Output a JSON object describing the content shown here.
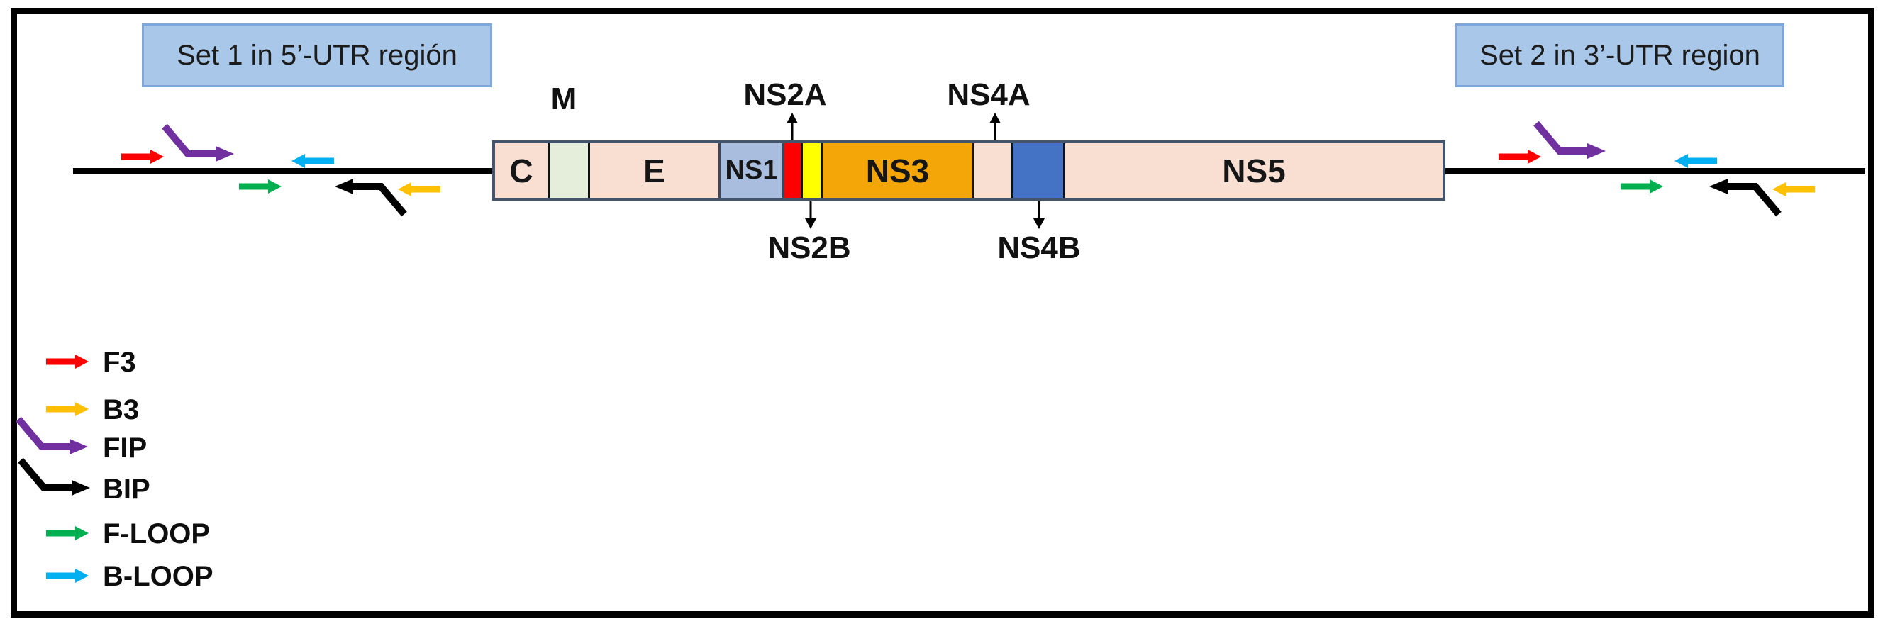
{
  "regions": {
    "set1": "Set 1 in 5’-UTR región",
    "set2": "Set 2 in 3’-UTR region"
  },
  "genome": {
    "c": "C",
    "m": "M",
    "e": "E",
    "ns1": "NS1",
    "ns2a": "NS2A",
    "ns2b": "NS2B",
    "ns3": "NS3",
    "ns4a": "NS4A",
    "ns4b": "NS4B",
    "ns5": "NS5"
  },
  "legend": {
    "f3": "F3",
    "b3": "B3",
    "fip": "FIP",
    "bip": "BIP",
    "f_loop": "F-LOOP",
    "b_loop": "B-LOOP"
  },
  "colors": {
    "f3_red": "#FF0000",
    "b3_orange": "#FFC000",
    "fip_purple": "#7030A0",
    "bip_black": "#000000",
    "f_loop_green": "#00B050",
    "b_loop_blue": "#00B0F0",
    "region_label_fill": "#A9C7E8",
    "region_label_border": "#7FA7D9",
    "segment_peach": "#F8DFD2",
    "segment_m_green": "#E4EEDB",
    "segment_ns1_blue": "#A9BEDF",
    "segment_ns2a_red": "#FF0000",
    "segment_ns2b_yellow": "#FFFF00",
    "segment_ns3_orange": "#F4A608",
    "segment_ns4b_blue": "#4472C4",
    "bar_border": "#44546A",
    "line_black": "#000000"
  }
}
